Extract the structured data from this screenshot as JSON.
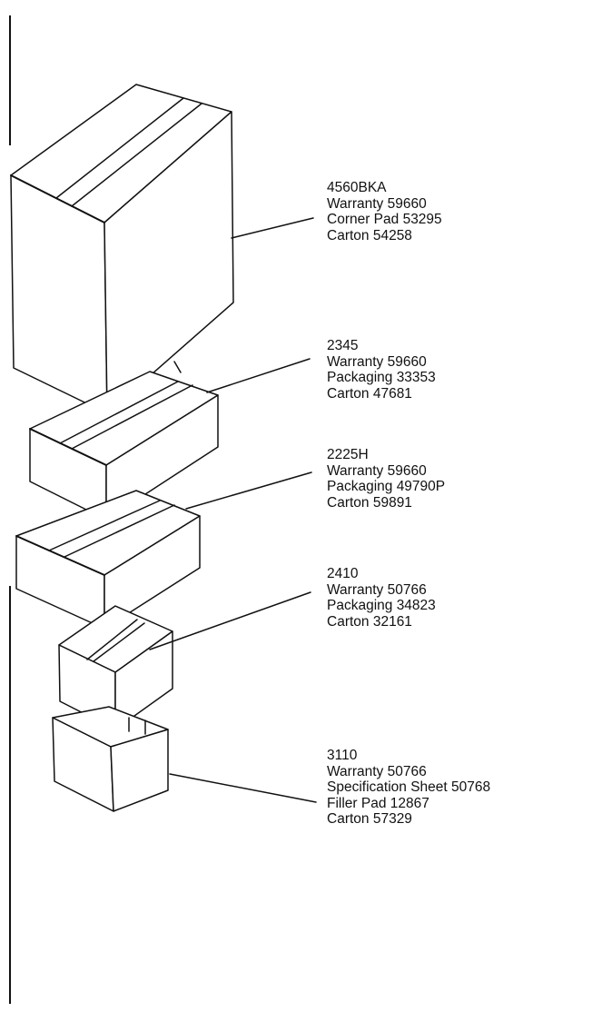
{
  "items": [
    {
      "model": "4560BKA",
      "parts": [
        "Warranty 59660",
        "Corner Pad 53295",
        "Carton 54258"
      ]
    },
    {
      "model": "2345",
      "parts": [
        "Warranty 59660",
        "Packaging 33353",
        "Carton 47681"
      ]
    },
    {
      "model": "2225H",
      "parts": [
        "Warranty 59660",
        "Packaging 49790P",
        "Carton 59891"
      ]
    },
    {
      "model": "2410",
      "parts": [
        "Warranty 50766",
        "Packaging 34823",
        "Carton 32161"
      ]
    },
    {
      "model": "3110",
      "parts": [
        "Warranty 50766",
        "Specification Sheet 50768",
        "Filler Pad 12867",
        "Carton 57329"
      ]
    }
  ]
}
